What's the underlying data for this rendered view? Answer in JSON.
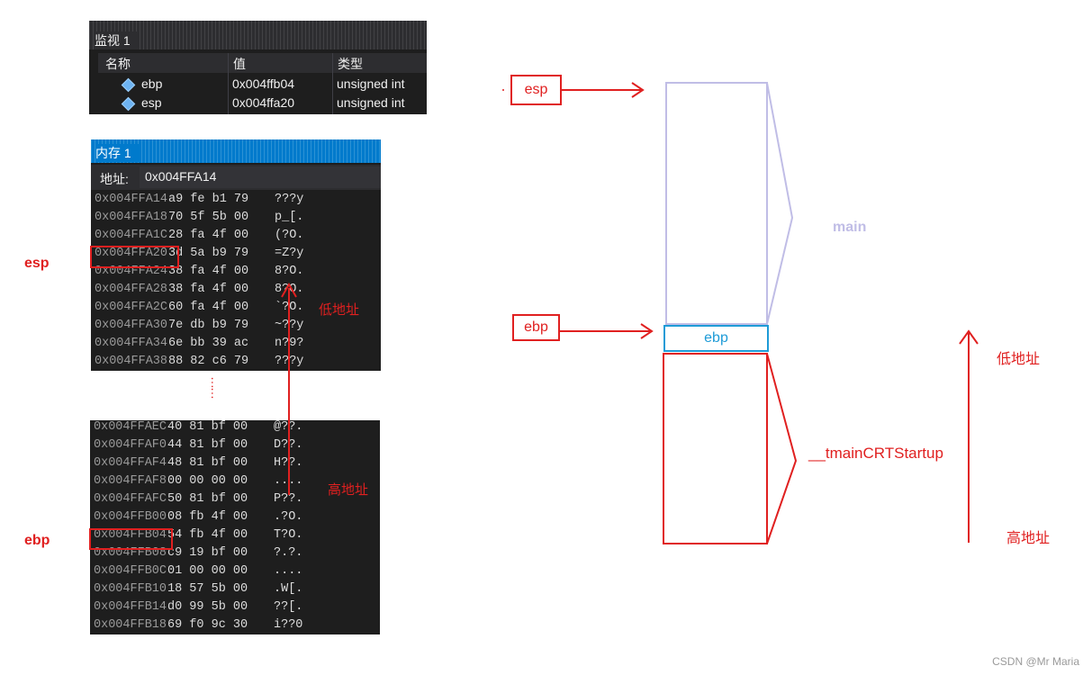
{
  "watch": {
    "title": "监视 1",
    "columns": [
      "名称",
      "值",
      "类型"
    ],
    "rows": [
      {
        "name": "ebp",
        "value": "0x004ffb04",
        "type": "unsigned int"
      },
      {
        "name": "esp",
        "value": "0x004ffa20",
        "type": "unsigned int"
      }
    ]
  },
  "memory": {
    "title": "内存 1",
    "address_label": "地址:",
    "address_value": "0x004FFA14",
    "top_rows": [
      {
        "addr": "0x004FFA14",
        "hex": "a9 fe b1 79",
        "chars": "???y"
      },
      {
        "addr": "0x004FFA18",
        "hex": "70 5f 5b 00",
        "chars": "p_[."
      },
      {
        "addr": "0x004FFA1C",
        "hex": "28 fa 4f 00",
        "chars": "(?O."
      },
      {
        "addr": "0x004FFA20",
        "hex": "3d 5a b9 79",
        "chars": "=Z?y"
      },
      {
        "addr": "0x004FFA24",
        "hex": "38 fa 4f 00",
        "chars": "8?O."
      },
      {
        "addr": "0x004FFA28",
        "hex": "38 fa 4f 00",
        "chars": "8?O."
      },
      {
        "addr": "0x004FFA2C",
        "hex": "60 fa 4f 00",
        "chars": "`?O."
      },
      {
        "addr": "0x004FFA30",
        "hex": "7e db b9 79",
        "chars": "~??y"
      },
      {
        "addr": "0x004FFA34",
        "hex": "6e bb 39 ac",
        "chars": "n?9?"
      },
      {
        "addr": "0x004FFA38",
        "hex": "88 82 c6 79",
        "chars": "???y"
      }
    ],
    "bottom_rows": [
      {
        "addr": "0x004FFAEC",
        "hex": "40 81 bf 00",
        "chars": "@??."
      },
      {
        "addr": "0x004FFAF0",
        "hex": "44 81 bf 00",
        "chars": "D??."
      },
      {
        "addr": "0x004FFAF4",
        "hex": "48 81 bf 00",
        "chars": "H??."
      },
      {
        "addr": "0x004FFAF8",
        "hex": "00 00 00 00",
        "chars": "...."
      },
      {
        "addr": "0x004FFAFC",
        "hex": "50 81 bf 00",
        "chars": "P??."
      },
      {
        "addr": "0x004FFB00",
        "hex": "08 fb 4f 00",
        "chars": ".?O."
      },
      {
        "addr": "0x004FFB04",
        "hex": "54 fb 4f 00",
        "chars": "T?O."
      },
      {
        "addr": "0x004FFB08",
        "hex": "c9 19 bf 00",
        "chars": "?.?."
      },
      {
        "addr": "0x004FFB0C",
        "hex": "01 00 00 00",
        "chars": "...."
      },
      {
        "addr": "0x004FFB10",
        "hex": "18 57 5b 00",
        "chars": ".W[."
      },
      {
        "addr": "0x004FFB14",
        "hex": "d0 99 5b 00",
        "chars": "??[."
      },
      {
        "addr": "0x004FFB18",
        "hex": "69 f0 9c 30",
        "chars": "i??0"
      }
    ]
  },
  "annotations": {
    "esp_left": "esp",
    "ebp_left": "ebp",
    "low_addr_mid": "低地址",
    "high_addr_mid": "高地址",
    "ellipsis": "……"
  },
  "diagram": {
    "esp_label": "esp",
    "ebp_label": "ebp",
    "ebp_cell": "ebp",
    "main_label": "main",
    "startup_label": "__tmainCRTStartup",
    "low_addr": "低地址",
    "high_addr": "高地址"
  },
  "colors": {
    "annotation_red": "#e02020",
    "main_frame": "#c0bde6",
    "ebp_cell_border": "#1e9bd7"
  },
  "watermark": "CSDN @Mr Maria"
}
